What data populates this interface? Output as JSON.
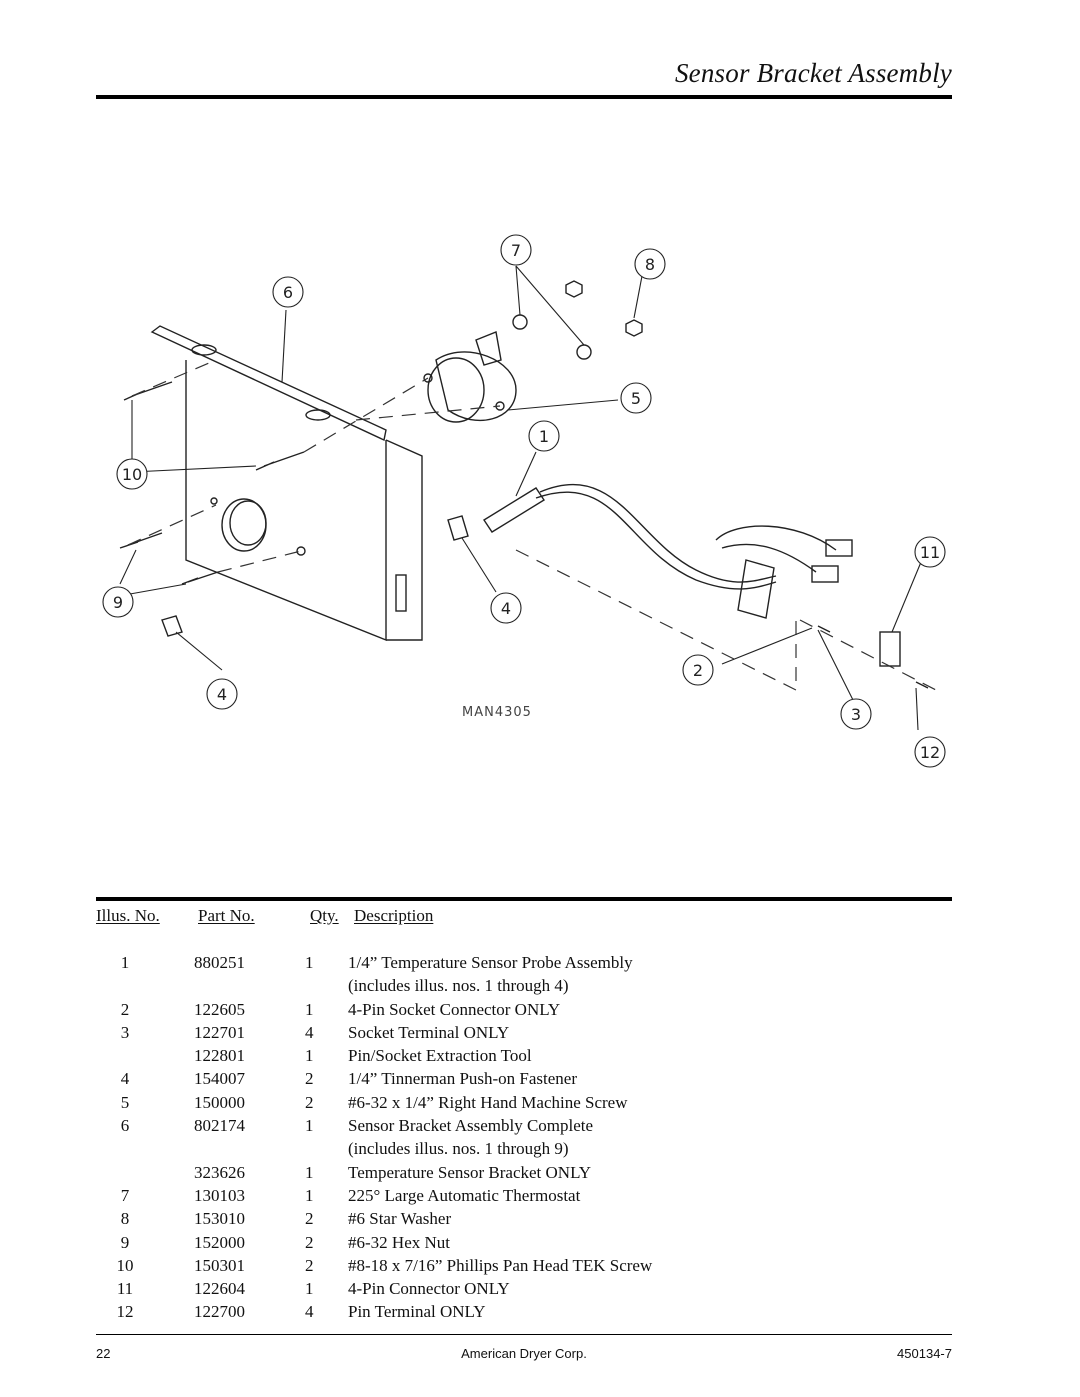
{
  "header": {
    "title": "Sensor Bracket Assembly"
  },
  "diagram": {
    "drawing_code": "MAN4305",
    "callouts": [
      "1",
      "2",
      "3",
      "4",
      "4",
      "5",
      "6",
      "7",
      "8",
      "9",
      "10",
      "11",
      "12"
    ]
  },
  "parts_table": {
    "headers": {
      "illus": "Illus. No.",
      "part": "Part No.",
      "qty": "Qty.",
      "desc": "Description"
    },
    "rows": [
      {
        "illus": "1",
        "part": "880251",
        "qty": "1",
        "desc": "1/4” Temperature Sensor Probe Assembly"
      },
      {
        "illus": "",
        "part": "",
        "qty": "",
        "desc": "(includes illus. nos. 1 through 4)"
      },
      {
        "illus": "2",
        "part": "122605",
        "qty": "1",
        "desc": "4-Pin Socket Connector ONLY"
      },
      {
        "illus": "3",
        "part": "122701",
        "qty": "4",
        "desc": "Socket Terminal ONLY"
      },
      {
        "illus": "",
        "part": "122801",
        "qty": "1",
        "desc": "Pin/Socket Extraction Tool"
      },
      {
        "illus": "4",
        "part": "154007",
        "qty": "2",
        "desc": "1/4” Tinnerman Push-on Fastener"
      },
      {
        "illus": "5",
        "part": "150000",
        "qty": "2",
        "desc": "#6-32 x 1/4” Right Hand Machine Screw"
      },
      {
        "illus": "6",
        "part": "802174",
        "qty": "1",
        "desc": "Sensor Bracket Assembly Complete"
      },
      {
        "illus": "",
        "part": "",
        "qty": "",
        "desc": "(includes illus. nos. 1 through 9)"
      },
      {
        "illus": "",
        "part": "323626",
        "qty": "1",
        "desc": "Temperature Sensor Bracket ONLY"
      },
      {
        "illus": "7",
        "part": "130103",
        "qty": "1",
        "desc": "225° Large Automatic Thermostat"
      },
      {
        "illus": "8",
        "part": "153010",
        "qty": "2",
        "desc": "#6 Star Washer"
      },
      {
        "illus": "9",
        "part": "152000",
        "qty": "2",
        "desc": "#6-32 Hex Nut"
      },
      {
        "illus": "10",
        "part": "150301",
        "qty": "2",
        "desc": "#8-18 x 7/16” Phillips Pan Head TEK Screw"
      },
      {
        "illus": "11",
        "part": "122604",
        "qty": "1",
        "desc": "4-Pin Connector ONLY"
      },
      {
        "illus": "12",
        "part": "122700",
        "qty": "4",
        "desc": "Pin Terminal ONLY"
      }
    ]
  },
  "footer": {
    "page_number": "22",
    "company": "American Dryer Corp.",
    "doc_number": "450134-7"
  }
}
